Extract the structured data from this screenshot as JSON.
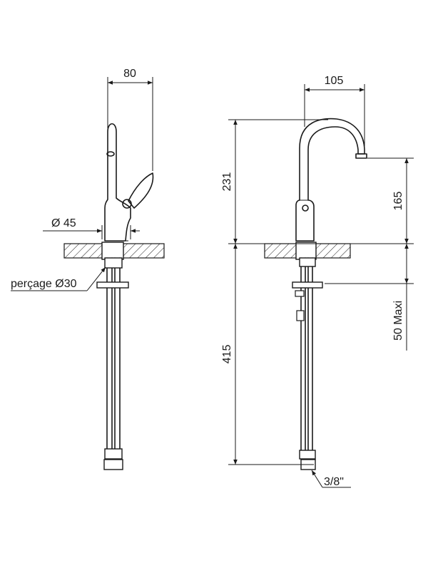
{
  "dimensions": {
    "side_view": {
      "spout_reach": "80",
      "base_diameter": "Ø 45",
      "drilling": "perçage Ø30"
    },
    "front_view": {
      "spout_reach": "105",
      "body_height": "231",
      "outlet_height": "165",
      "counter_thickness": "50 Maxi",
      "hose_length": "415",
      "connection": "3/8\""
    }
  }
}
